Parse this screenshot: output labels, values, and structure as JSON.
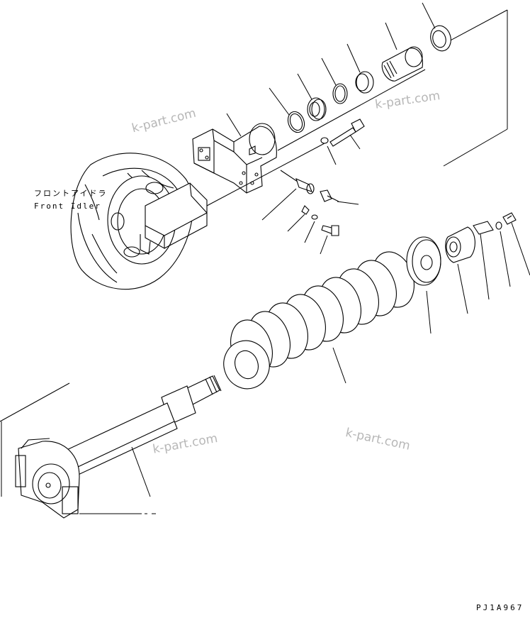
{
  "diagram": {
    "part_label_jp": "フロントアイドラ",
    "part_label_en": "Front Idler",
    "drawing_code": "PJ1A967",
    "watermarks": [
      "k-part.com",
      "k-part.com",
      "k-part.com",
      "k-part.com"
    ]
  },
  "colors": {
    "line": "#000000",
    "watermark": "#b7b7b7",
    "background": "#ffffff"
  }
}
